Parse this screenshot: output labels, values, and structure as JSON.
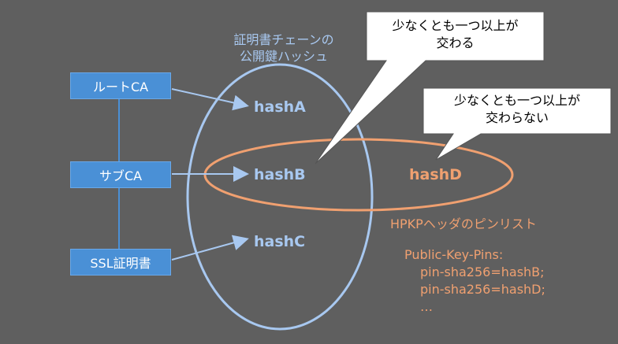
{
  "nodes": {
    "root_ca": "ルートCA",
    "sub_ca": "サブCA",
    "ssl_cert": "SSL証明書"
  },
  "chain_label": {
    "line1": "証明書チェーンの",
    "line2": "公開鍵ハッシュ"
  },
  "hashes": {
    "a": "hashA",
    "b": "hashB",
    "c": "hashC",
    "d": "hashD"
  },
  "pin_list_label": "HPKPヘッダのピンリスト",
  "header": {
    "line1": "Public-Key-Pins:",
    "line2": "pin-sha256=hashB;",
    "line3": "pin-sha256=hashD;",
    "line4": "…"
  },
  "callout_intersect": {
    "line1": "少なくとも一つ以上が",
    "line2": "交わる"
  },
  "callout_no_intersect": {
    "line1": "少なくとも一つ以上が",
    "line2": "交わらない"
  },
  "colors": {
    "background": "#5f5f5f",
    "blue": "#a8c8f0",
    "box": "#4a90d6",
    "orange": "#f0a070"
  }
}
